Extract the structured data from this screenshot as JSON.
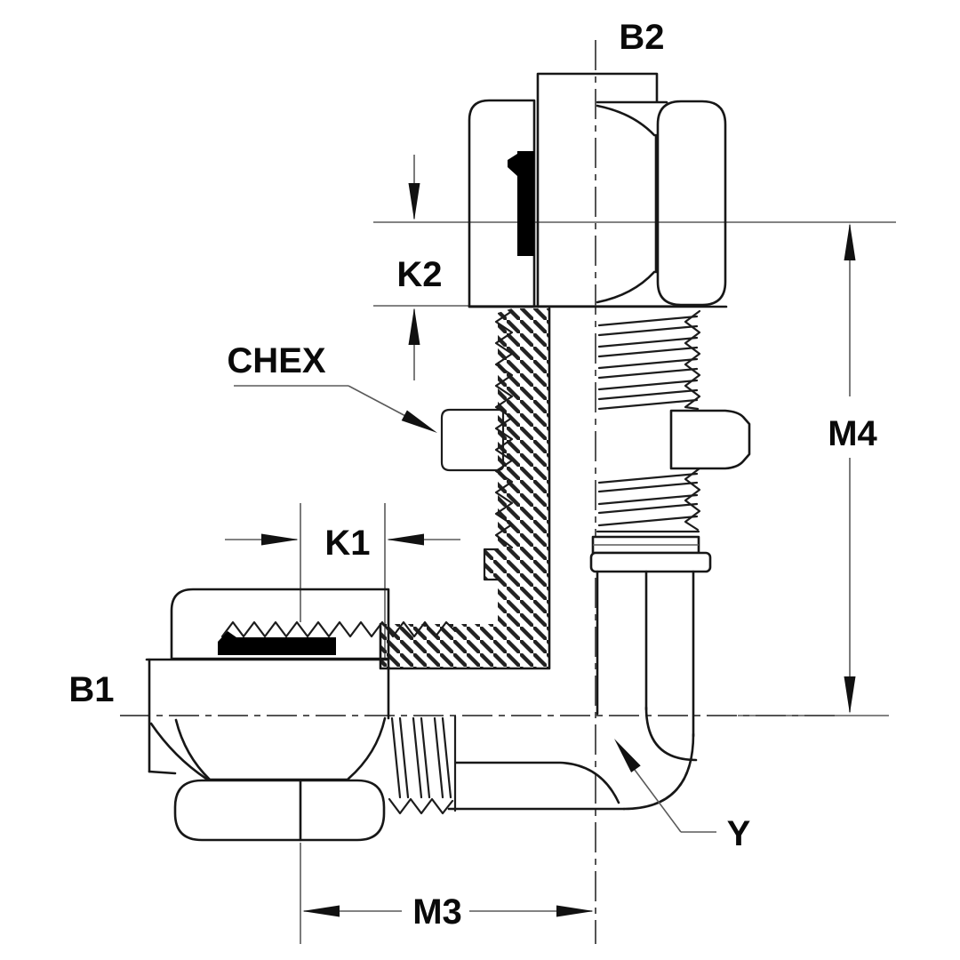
{
  "drawing": {
    "type": "technical-drawing-cross-section",
    "description": "90 degree bulkhead union elbow tube fitting, half-section view with dimension callouts",
    "background_color": "#ffffff",
    "line_color": "#171717",
    "seal_color": "#000000",
    "labels": {
      "b2": "B2",
      "k2": "K2",
      "chex": "CHEX",
      "k1": "K1",
      "b1": "B1",
      "m4": "M4",
      "m3": "M3",
      "y": "Y"
    }
  }
}
